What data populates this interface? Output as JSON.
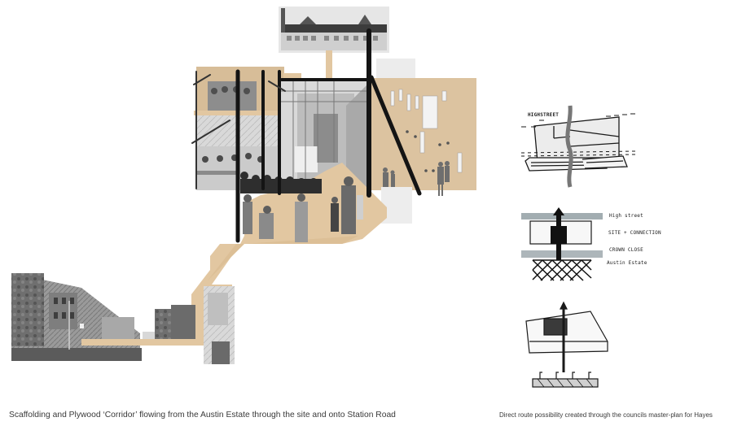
{
  "collage": {
    "title": "Scaffolding and Plywood Corridor collage",
    "elements": {
      "high_street_elevation": "high-street-facade-drawing",
      "scaffold_structure": "scaffolding-frame",
      "plywood_corridor": "plywood-path",
      "interior_wall": "plywood-wall-with-posters",
      "street_scene": "austin-estate-street-photo"
    },
    "colors": {
      "plywood": "#e2c7a1",
      "plywood_dark": "#d8bb94",
      "scaffold": "#1a1a1a",
      "photo_grey": "#8a8a8a",
      "paper": "#efefef"
    }
  },
  "sketches": {
    "sketch1": {
      "label": "HIGHSTREET"
    },
    "sketch2": {
      "labels": [
        "High street",
        "SITE + CONNECTION",
        "CROWN CLOSE",
        "Austin Estate"
      ]
    },
    "sketch3": {
      "label": ""
    }
  },
  "captions": {
    "left": "Scaffolding and Plywood ‘Corridor’ flowing from the Austin Estate through the site and onto Station Road",
    "right": "Direct route possibility created through the councils master-plan for Hayes"
  }
}
